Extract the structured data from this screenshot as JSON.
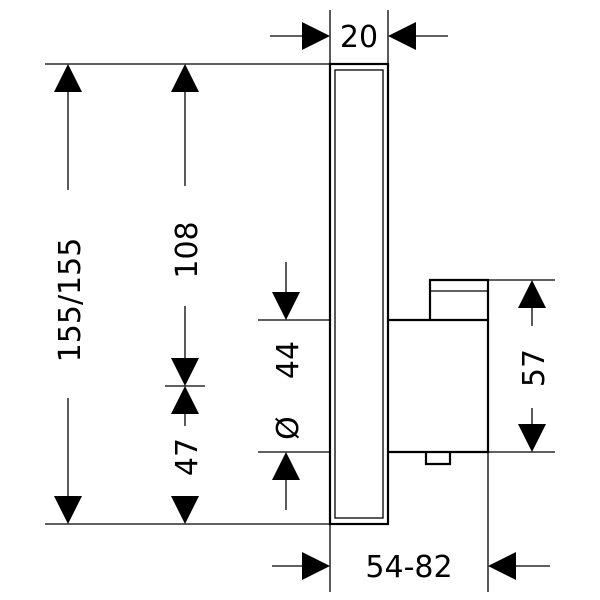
{
  "dimensions": {
    "width_top": "20",
    "total_height": "155/155",
    "upper_height": "108",
    "diameter_symbol": "Ø",
    "diameter_value": "44",
    "lower_height": "47",
    "right_height": "57",
    "depth_range": "54-82"
  },
  "colors": {
    "line": "#000000",
    "background": "#ffffff"
  }
}
